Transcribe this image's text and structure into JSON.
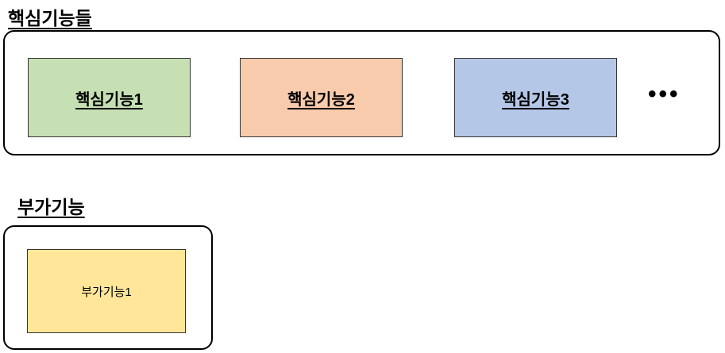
{
  "core": {
    "title": "핵심기능들",
    "items": [
      {
        "label": "핵심기능1",
        "color": "#c6e0b4"
      },
      {
        "label": "핵심기능2",
        "color": "#f8cbad"
      },
      {
        "label": "핵심기능3",
        "color": "#b4c7e7"
      }
    ],
    "ellipsis": "•••"
  },
  "additional": {
    "title": "부가기능",
    "items": [
      {
        "label": "부가기능1",
        "color": "#ffe699"
      }
    ]
  },
  "colors": {
    "outline": "#000000",
    "background": "#ffffff"
  }
}
